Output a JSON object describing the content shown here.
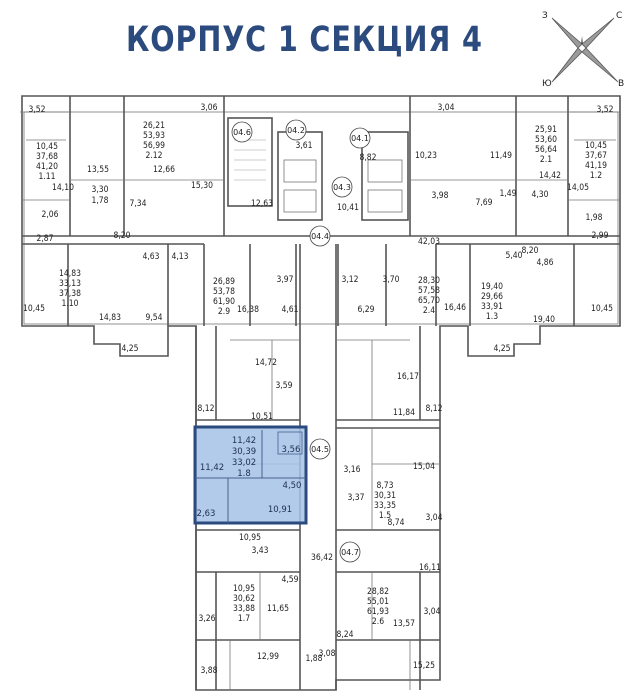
{
  "title": "КОРПУС 1  СЕКЦИЯ 4",
  "compass": {
    "n": "С",
    "w": "З",
    "s": "Ю",
    "e": "В"
  },
  "colors": {
    "title": "#2b4a7e",
    "highlight_fill": "#a6c2e6",
    "highlight_border": "#2b4a7e"
  },
  "areas": {
    "a_3_52_l": "3,52",
    "a_3_06": "3,06",
    "a_04_6": "04.6",
    "a_04_2": "04.2",
    "a_3_61": "3,61",
    "a_04_1": "04.1",
    "a_8_82": "8,82",
    "a_3_04_t": "3,04",
    "a_3_52_r": "3,52",
    "a_26_21": "26,21",
    "a_53_93": "53,93",
    "a_56_99": "56,99",
    "a_2_12": "2.12",
    "a_10_45_l": "10,45",
    "a_37_68": "37,68",
    "a_41_20": "41,20",
    "a_1_11": "1.11",
    "a_13_55": "13,55",
    "a_12_66": "12,66",
    "a_15_30": "15,30",
    "a_3_30": "3,30",
    "a_14_10": "14,10",
    "a_1_78": "1,78",
    "a_7_34": "7,34",
    "a_2_06": "2,06",
    "a_2_87": "2,87",
    "a_12_63": "12,63",
    "a_04_3": "04.3",
    "a_10_41": "10,41",
    "a_10_23": "10,23",
    "a_11_49": "11,49",
    "a_3_98": "3,98",
    "a_7_69": "7,69",
    "a_1_49": "1,49",
    "a_25_91": "25,91",
    "a_53_60": "53,60",
    "a_56_64": "56,64",
    "a_2_1": "2.1",
    "a_10_45_r": "10,45",
    "a_37_67": "37,67",
    "a_41_19": "41,19",
    "a_1_2": "1.2",
    "a_14_42": "14,42",
    "a_4_30": "4,30",
    "a_14_05": "14,05",
    "a_1_98": "1,98",
    "a_2_99": "2,99",
    "a_8_20_l": "8,20",
    "a_04_4": "04.4",
    "a_42_03": "42,03",
    "a_8_20_r": "8,20",
    "a_4_63": "4,63",
    "a_4_13": "4,13",
    "a_14_83": "14,83",
    "a_33_13": "33,13",
    "a_37_38": "37,38",
    "a_1_10": "1.10",
    "a_26_89": "26,89",
    "a_53_78": "53,78",
    "a_61_90": "61,90",
    "a_2_9": "2.9",
    "a_3_97": "3,97",
    "a_3_12": "3,12",
    "a_3_70": "3,70",
    "a_28_30": "28,30",
    "a_57_58": "57,58",
    "a_65_70": "65,70",
    "a_2_4": "2.4",
    "a_5_40": "5,40",
    "a_4_86": "4,86",
    "a_19_40": "19,40",
    "a_29_66": "29,66",
    "a_33_91": "33,91",
    "a_1_3": "1.3",
    "a_10_45_l2": "10,45",
    "a_14_83_b": "14,83",
    "a_9_54": "9,54",
    "a_16_38": "16,38",
    "a_4_61": "4,61",
    "a_6_29": "6,29",
    "a_16_46": "16,46",
    "a_19_40_b": "19,40",
    "a_10_45_r2": "10,45",
    "a_4_25_l": "4,25",
    "a_4_25_r": "4,25",
    "a_14_72": "14,72",
    "a_3_59": "3,59",
    "a_16_17": "16,17",
    "a_8_12_l": "8,12",
    "a_10_51": "10,51",
    "a_11_84": "11,84",
    "a_8_12_r": "8,12",
    "a_04_5": "04.5",
    "a_3_16": "3,16",
    "a_15_04": "15,04",
    "a_3_37": "3,37",
    "a_8_73": "8,73",
    "a_30_31": "30,31",
    "a_33_35": "33,35",
    "a_1_5": "1.5",
    "a_8_74": "8,74",
    "a_3_04_m": "3,04",
    "a_10_95_a": "10,95",
    "a_3_43": "3,43",
    "a_36_42": "36,42",
    "a_04_7": "04.7",
    "a_16_11": "16,11",
    "a_4_59": "4,59",
    "a_10_95_b": "10,95",
    "a_30_62": "30,62",
    "a_33_88": "33,88",
    "a_1_7": "1.7",
    "a_11_65": "11,65",
    "a_28_82": "28,82",
    "a_55_01": "55,01",
    "a_61_93": "61,93",
    "a_2_6": "2.6",
    "a_3_26": "3,26",
    "a_3_04_b": "3,04",
    "a_8_24": "8,24",
    "a_13_57": "13,57",
    "a_12_99": "12,99",
    "a_1_88": "1,88",
    "a_3_08": "3,08",
    "a_3_88": "3,88",
    "a_15_25": "15,25"
  },
  "highlighted_apartment": {
    "room_area": "11,42",
    "room_area_side": "11,42",
    "living": "30,39",
    "total": "33,02",
    "number": "1.8",
    "bath": "3,56",
    "hall": "4,50",
    "kitchen": "10,91",
    "balcony": "2,63"
  }
}
